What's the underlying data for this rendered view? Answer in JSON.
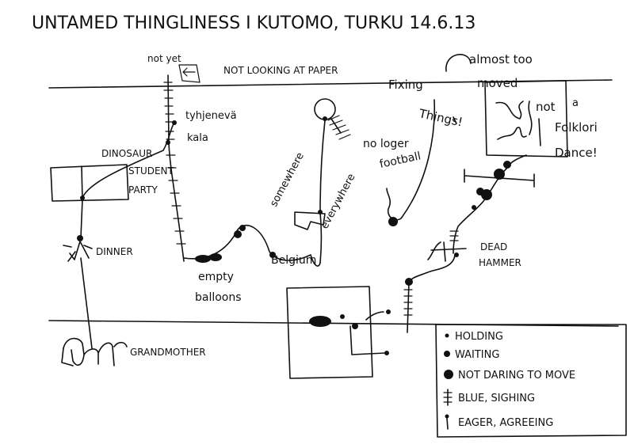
{
  "title": "UNTAMED THINGLINESS I  KUTOMO, TURKU 14.6.13",
  "labels": {
    "not_yet": "not yet",
    "not_looking": "NOT LOOKING AT PAPER",
    "almost_too": "almost too",
    "fixing_things_1": "Fixing",
    "fixing_things_2": "Things!",
    "moved": "moved",
    "not_a_folklore_1": "not",
    "not_a_folklore_2": "a",
    "not_a_folklore_3": "Folklori",
    "not_a_folklore_4": "Dance!",
    "tyhjeneva_1": "tyhjenevä",
    "tyhjeneva_2": "kala",
    "dinosaur_1": "DINOSAUR",
    "dinosaur_2": "STUDENT",
    "dinosaur_3": "PARTY",
    "no_loger_1": "no loger",
    "no_loger_2": "football",
    "somewhere": "somewhere",
    "everywhere": "everywhere",
    "dinner": "DINNER",
    "empty_1": "empty",
    "empty_2": "balloons",
    "belgium": "Belgium",
    "dead_1": "DEAD",
    "dead_2": "HAMMER",
    "grandmother": "GRANDMOTHER"
  },
  "legend": [
    {
      "symbol": "small-dot",
      "label": "HOLDING"
    },
    {
      "symbol": "medium-dot",
      "label": "WAITING"
    },
    {
      "symbol": "large-dot",
      "label": "NOT DARING TO MOVE"
    },
    {
      "symbol": "ladder",
      "label": "BLUE, SIGHING"
    },
    {
      "symbol": "hook",
      "label": "EAGER, AGREEING"
    }
  ]
}
